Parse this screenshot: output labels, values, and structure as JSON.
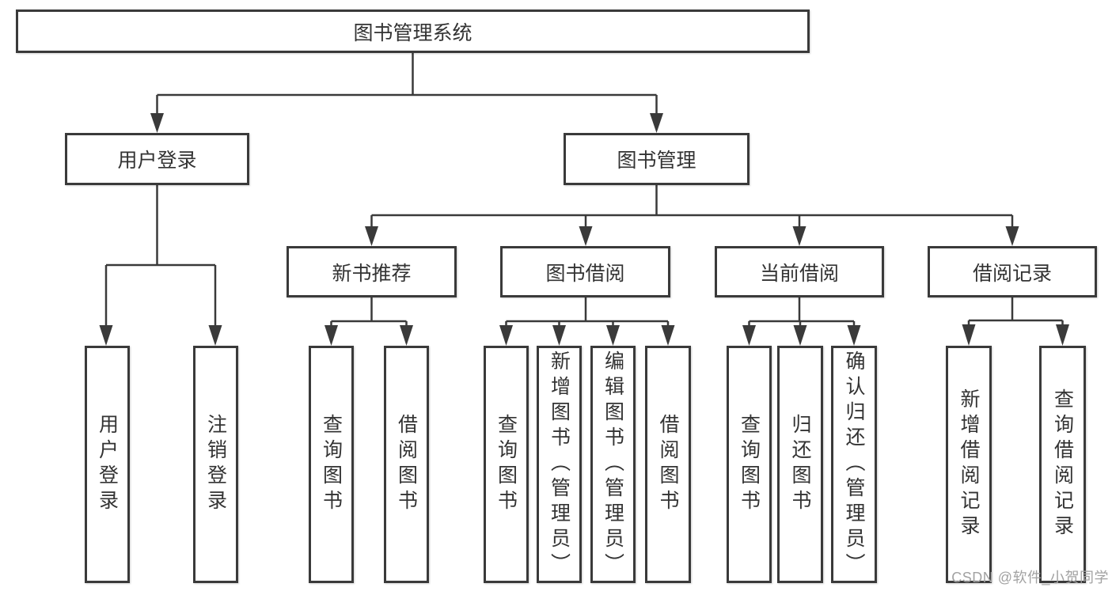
{
  "diagram_title": "图书管理系统",
  "watermark": "CSDN @软件_小贺同学",
  "colors": {
    "line": "#3a3a3a",
    "box_border": "#3a3a3a",
    "text": "#333333",
    "watermark": "#a2a2a2",
    "background": "#ffffff"
  },
  "tree": {
    "root": "图书管理系统",
    "branches": [
      {
        "label": "用户登录",
        "children": [
          "用户登录",
          "注销登录"
        ]
      },
      {
        "label": "图书管理",
        "groups": [
          {
            "label": "新书推荐",
            "children": [
              "查询图书",
              "借阅图书"
            ]
          },
          {
            "label": "图书借阅",
            "children": [
              "查询图书",
              "新增图书（管理员）",
              "编辑图书（管理员）",
              "借阅图书"
            ]
          },
          {
            "label": "当前借阅",
            "children": [
              "查询图书",
              "归还图书",
              "确认归还（管理员）"
            ]
          },
          {
            "label": "借阅记录",
            "children": [
              "新增借阅记录",
              "查询借阅记录"
            ]
          }
        ]
      }
    ]
  }
}
